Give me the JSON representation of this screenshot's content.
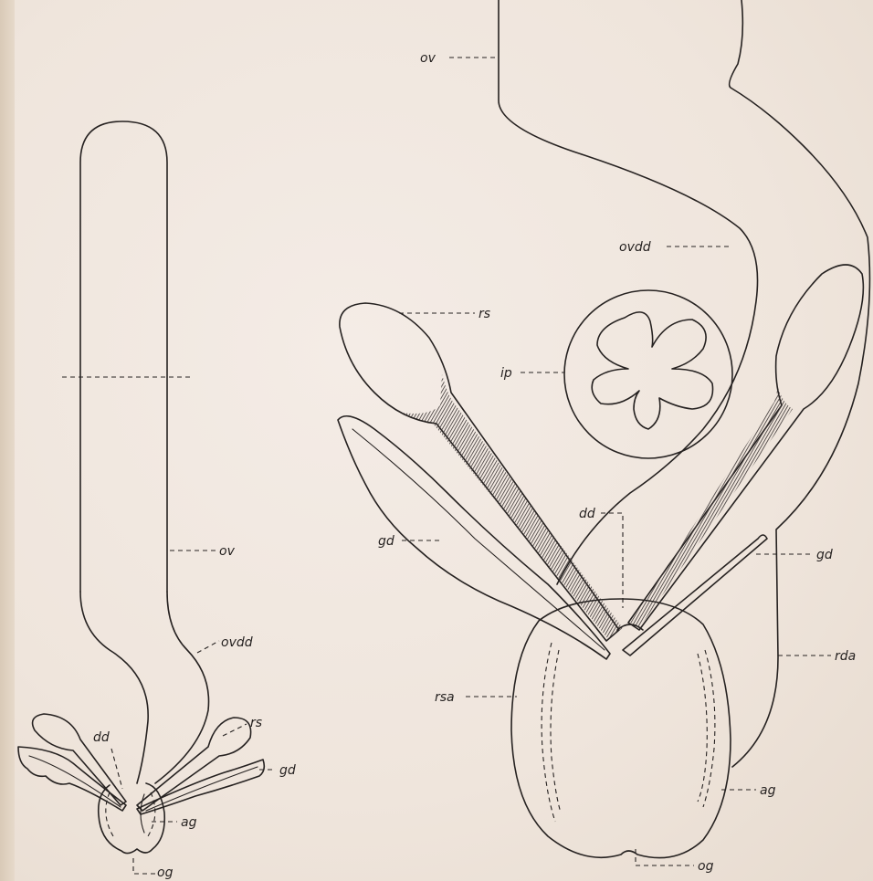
{
  "colors": {
    "paper": "#efe6dd",
    "ink": "#262221",
    "hatch": "#3a3433"
  },
  "figure_left": {
    "labels": {
      "ov": "ov",
      "ovdd": "ovdd",
      "rs": "rs",
      "gd": "gd",
      "dd": "dd",
      "ag": "ag",
      "og": "og"
    }
  },
  "figure_right": {
    "labels": {
      "ov": "ov",
      "ovdd": "ovdd",
      "rs": "rs",
      "ip": "ip",
      "dd": "dd",
      "gd_left": "gd",
      "gd_right": "gd",
      "rda": "rda",
      "rsa": "rsa",
      "ag": "ag",
      "og": "og"
    }
  }
}
